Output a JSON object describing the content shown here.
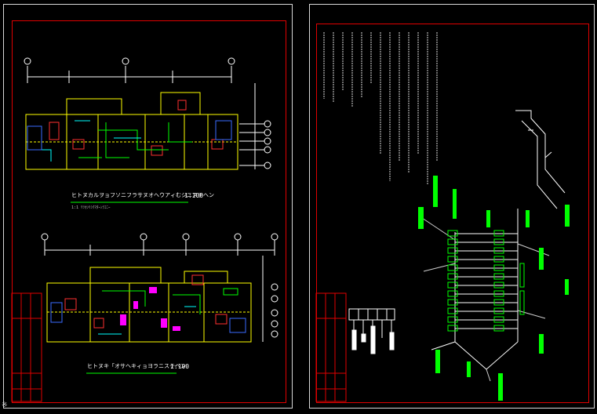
{
  "drawing": {
    "plan_top_title": "ヒトヌカルヲョフソニフラサヌオヘウアィむシニステヘン",
    "plan_top_scale": "1:100",
    "plan_top_note": "1:1 ﾘﾂｵﾝﾘｼｸﾏﾀｰﾝﾗｺﾆｰ",
    "plan_bottom_title": "ヒトヌキ「オサヘキィョヨラニステヘン",
    "plan_bottom_scale": "1:100",
    "corner_mark": "※",
    "colors": {
      "frame": "#e00000",
      "wall": "#ffff00",
      "pipe": "#00ff00",
      "cyan": "#00ffff",
      "magenta": "#ff00ff",
      "line": "#ffffff"
    },
    "icons": [
      "axis-bubble-icon",
      "equipment-block-icon"
    ]
  }
}
